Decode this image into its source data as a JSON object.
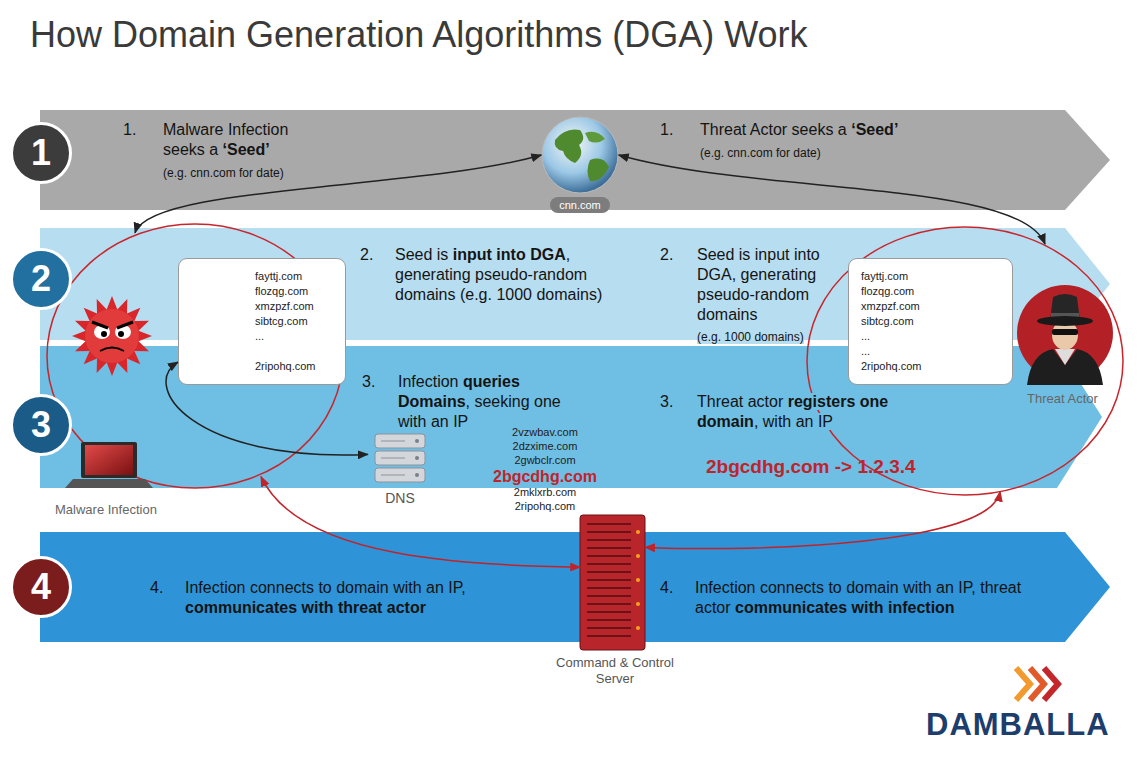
{
  "diagram": {
    "title": "How Domain Generation Algorithms (DGA) Work",
    "nodes": [
      {
        "text": [
          "1.",
          "Malware Infection seeks a",
          "‘Seed’",
          "(e.g. cnn.com for date)",
          "1.",
          "Threat Actor seeks a",
          "‘Seed’",
          "(e.g. cnn.com for date)"
        ]
      },
      {
        "text": [
          "1"
        ]
      },
      {
        "text": [
          "2.",
          "Seed is",
          "input into DGA",
          ", generating pseudo-random domains",
          "(e.g. 1000 domains)",
          "2.",
          "Seed is input into DGA, generating pseudo-random domains",
          "(e.g. 1000 domains)"
        ]
      },
      {
        "text": [
          "2"
        ]
      },
      {
        "text": [
          "3.",
          "Infection",
          "queries Domains",
          ", seeking one with an IP",
          "3.",
          "Threat actor",
          "registers one domain",
          ", with an IP"
        ]
      },
      {
        "text": [
          "3"
        ]
      },
      {
        "text": [
          "4.",
          "Infection connects to domain with an IP,",
          "communicates with threat actor",
          "4.",
          "Infection connects to domain with an IP, threat actor",
          "communicates with infection"
        ]
      },
      {
        "text": [
          "4"
        ]
      },
      {
        "text": [
          "cnn.com"
        ]
      },
      {
        "text": [
          "Malware Infection"
        ]
      },
      {
        "text": [
          "fayttj.com",
          "flozqg.com",
          "xmzpzf.com",
          "sibtcg.com",
          "...",
          "2ripohq.com"
        ],
        "in": 9
      },
      {
        "text": [
          "Threat Actor"
        ]
      },
      {
        "text": [
          "fayttj.com",
          "flozqg.com",
          "xmzpzf.com",
          "sibtcg.com",
          "...",
          "...",
          "2ripohq.com"
        ],
        "in": 11
      },
      {
        "text": [
          "DNS"
        ]
      },
      {
        "text": [
          "Command & Control Server"
        ]
      }
    ],
    "edges": [
      {
        "from": 9,
        "to": 8,
        "arrow": "both"
      },
      {
        "from": 11,
        "to": 8,
        "arrow": "both"
      },
      {
        "from": 10,
        "to": 13,
        "arrow": "both"
      },
      {
        "from": 11,
        "to": 14,
        "arrow": "both"
      },
      {
        "from": 9,
        "to": 14,
        "arrow": "both"
      }
    ],
    "labels": [
      "2vzwbav.com",
      "2dzxime.com",
      "2gwbclr.com",
      "2bgcdhg.com",
      "2mklxrb.com",
      "2ripohq.com",
      "2bgcdhg.com -> 1.2.3.4",
      "DAMBALLA"
    ]
  }
}
